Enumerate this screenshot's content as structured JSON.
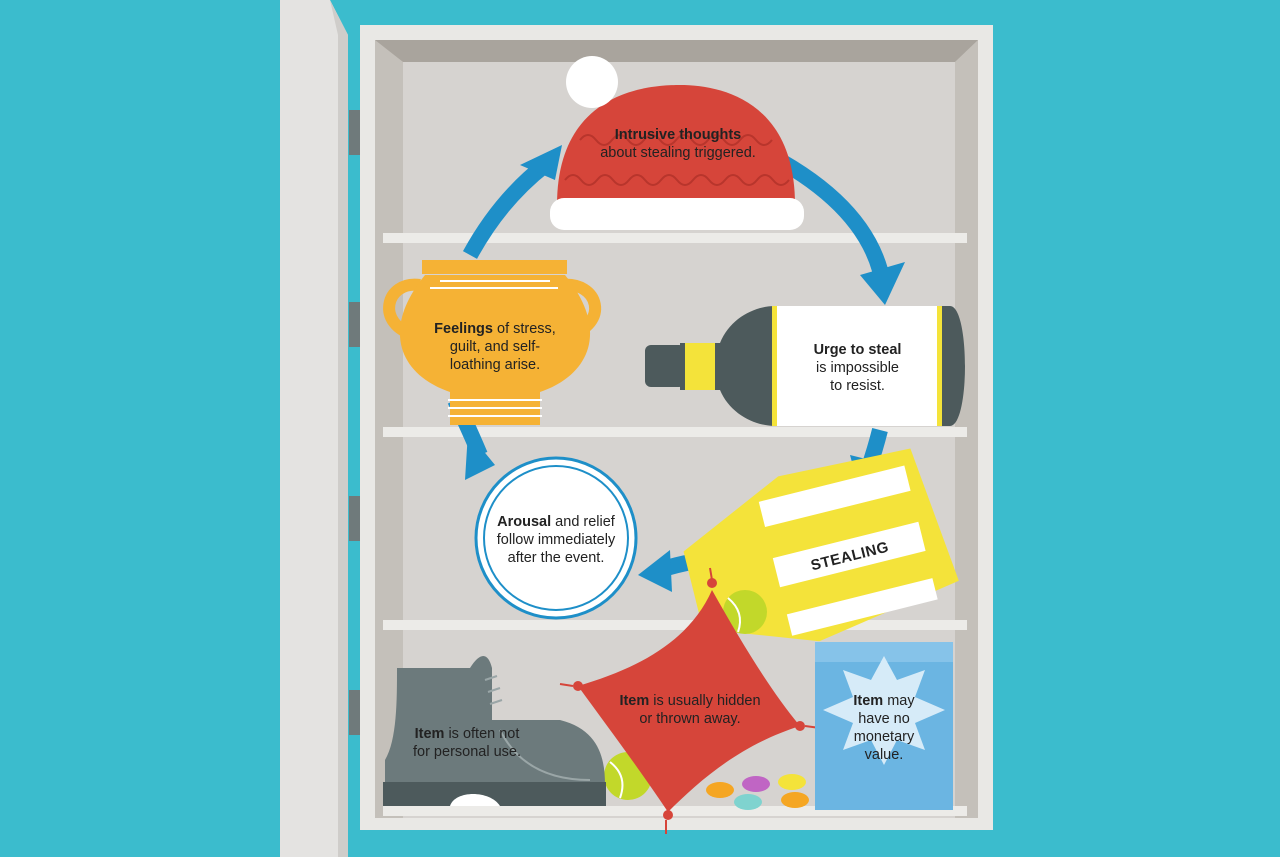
{
  "cycle": {
    "thoughts": {
      "bold": "Intrusive thoughts",
      "rest": "about stealing triggered."
    },
    "urge": {
      "bold": "Urge to steal",
      "line2": "is impossible",
      "line3": "to resist."
    },
    "stealing": {
      "label": "STEALING"
    },
    "arousal": {
      "bold": "Arousal",
      "rest1": " and relief",
      "line2": "follow immediately",
      "line3": "after the event."
    },
    "feelings": {
      "bold": "Feelings",
      "rest1": " of stress,",
      "line2": "guilt, and self-",
      "line3": "loathing arise."
    }
  },
  "notes": {
    "hidden": {
      "bold": "Item",
      "rest1": " is usually hidden",
      "line2": "or thrown away."
    },
    "personal": {
      "bold": "Item",
      "rest1": " is often not",
      "line2": "for personal use."
    },
    "value": {
      "bold": "Item",
      "rest1": " may",
      "line2": "have no",
      "line3": "monetary",
      "line4": "value."
    }
  },
  "colors": {
    "background": "#3bbccd",
    "cabinet": "#b9b4ad",
    "cabinet_back": "#d6d3d0",
    "shelf": "#ecebe8",
    "arrow": "#1e8fc8",
    "hat": "#d6453a",
    "pot": "#f5b235",
    "bottle": "#4d5a5c",
    "bottle_label": "#f4e33a",
    "tag": "#f4e33a",
    "pillow": "#d6453a",
    "shoe": "#6c7a7c",
    "box": "#6bb5e2"
  }
}
